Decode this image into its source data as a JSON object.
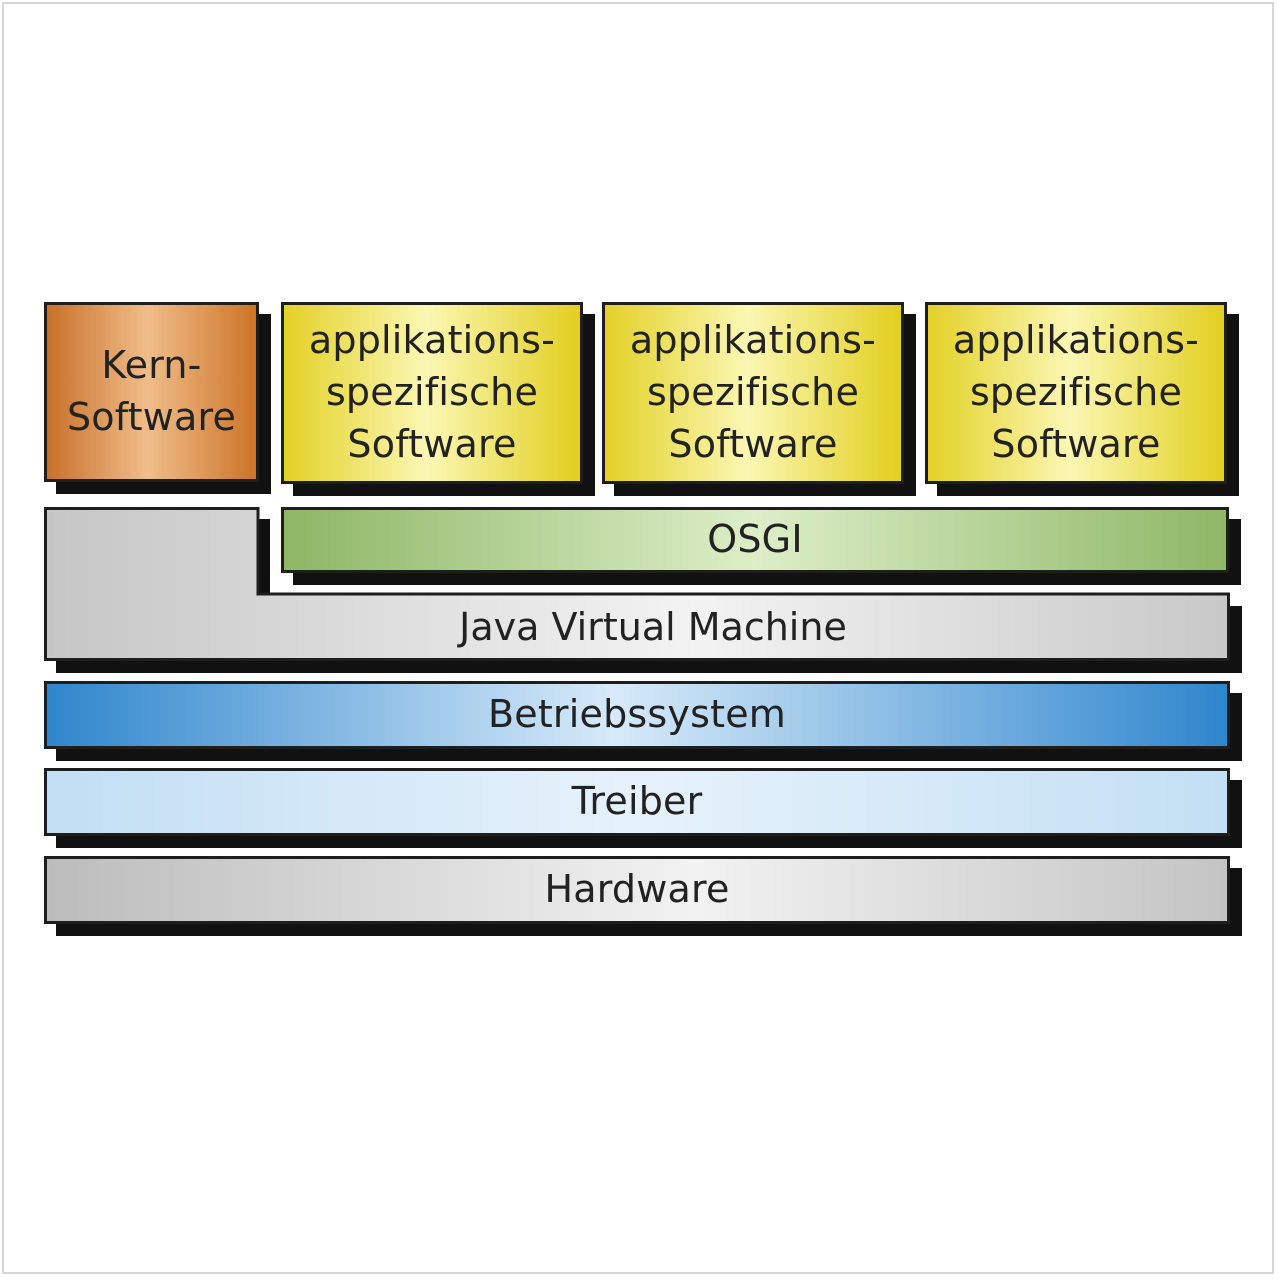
{
  "layers": {
    "kern": "Kern-\nSoftware",
    "apps": [
      "applikations-\nspezifische\nSoftware",
      "applikations-\nspezifische\nSoftware",
      "applikations-\nspezifische\nSoftware"
    ],
    "osgi": "OSGI",
    "jvm": "Java Virtual Machine",
    "os": "Betriebssystem",
    "treiber": "Treiber",
    "hardware": "Hardware"
  },
  "colors": {
    "kern": "#c8702a",
    "app": "#e3d126",
    "osgi": "#8db665",
    "jvm": "#c9c9c9",
    "os": "#2f86cd",
    "treiber": "#c2def4",
    "hardware": "#bcbcbc",
    "shadow": "#111111"
  }
}
